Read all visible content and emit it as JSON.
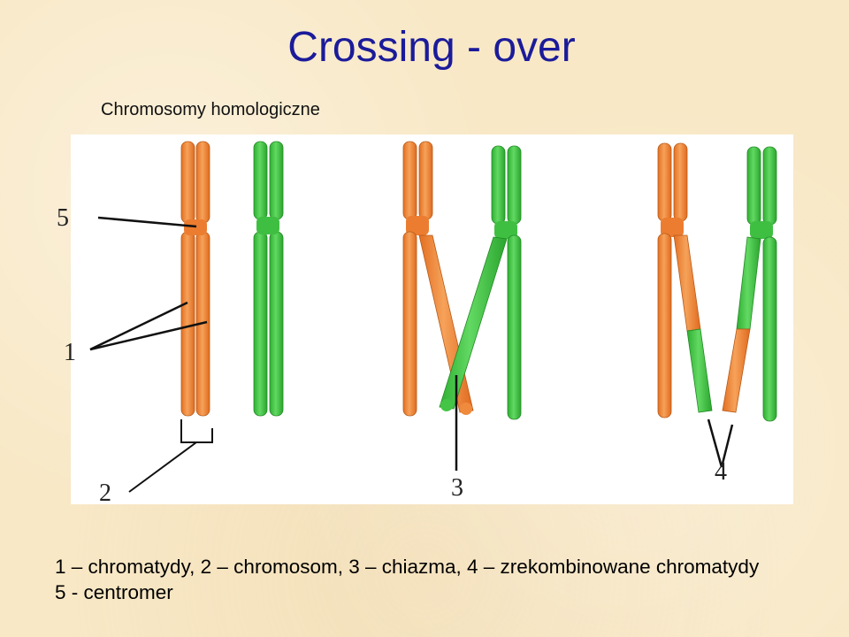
{
  "title": "Crossing - over",
  "subtitle": "Chromosomy homologiczne",
  "labels": {
    "centromere": "5",
    "chromatids": "1",
    "chromosome": "2",
    "chiasma": "3",
    "recombinant": "4"
  },
  "caption": {
    "line1": "1 – chromatydy, 2 – chromosom, 3 – chiazma, 4 – zrekombinowane chromatydy",
    "line2": "5 - centromer"
  },
  "colors": {
    "orange": "#f08a3c",
    "green": "#45c545",
    "title": "#1b1b9a"
  }
}
